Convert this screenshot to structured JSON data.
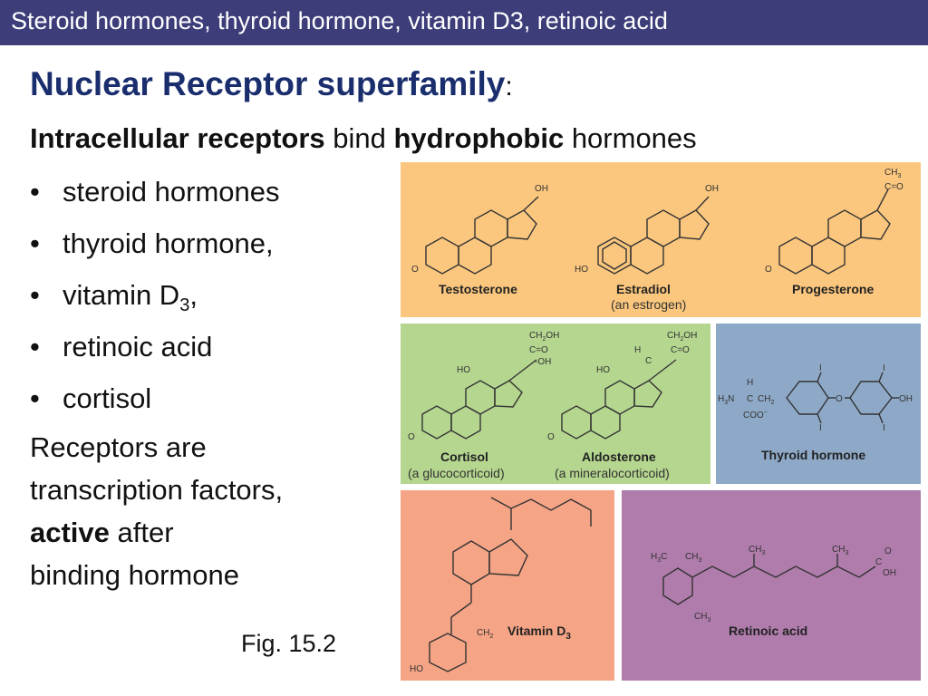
{
  "title_bar": {
    "text": "Steroid hormones, thyroid hormone, vitamin D3, retinoic acid"
  },
  "heading": {
    "text": "Nuclear Receptor superfamily",
    "colon": ":"
  },
  "subheading": {
    "bold1": "Intracellular receptors",
    "mid": " bind ",
    "bold2": "hydrophobic",
    "end": " hormones"
  },
  "bullets": {
    "marker": "•",
    "item1": "steroid hormones",
    "item2": "thyroid hormone,",
    "item3_main": "vitamin D",
    "item3_sub": "3",
    "item3_end": ",",
    "item4": "retinoic acid",
    "item5": "cortisol"
  },
  "paragraph": {
    "line1": "Receptors are",
    "line2": "transcription factors,",
    "line3_bold": "active",
    "line3_rest": " after",
    "line4": "binding hormone"
  },
  "figure_label": "Fig. 15.2",
  "figure": {
    "colors": {
      "steroids": "#fbc77e",
      "glucocorticoids": "#b5d68f",
      "thyroid": "#8ea9c8",
      "vitamin_d": "#f5a485",
      "retinoic": "#b07cac"
    },
    "testosterone": "Testosterone",
    "estradiol": "Estradiol",
    "estradiol_sub": "(an estrogen)",
    "progesterone": "Progesterone",
    "cortisol": "Cortisol",
    "cortisol_sub": "(a glucocorticoid)",
    "aldosterone": "Aldosterone",
    "aldosterone_sub": "(a mineralocorticoid)",
    "thyroid_hormone": "Thyroid hormone",
    "vitamin_d3": "Vitamin D",
    "vitamin_d3_sub": "3",
    "retinoic_acid": "Retinoic acid",
    "atoms": {
      "oh": "OH",
      "o": "O",
      "ho": "HO",
      "ch3": "CH",
      "ch3_sub": "3",
      "c_eq_o": "C=O",
      "ch2oh": "CH",
      "ch2oh_sub": "2",
      "ch2oh_end": "OH",
      "oh_dash": "-OH",
      "h": "H",
      "c": "C",
      "h3n": "H",
      "h3n_sub": "3",
      "nplus": "N",
      "ch2": "CH",
      "ch2_sub": "2",
      "coo": "COO",
      "coo_sup": "−",
      "i": "I",
      "h3c": "H",
      "h3c_sub": "3",
      "h3c_end": "C",
      "oh_acid": "OH",
      "o_acid": "O",
      "ho_vd": "HO"
    }
  }
}
